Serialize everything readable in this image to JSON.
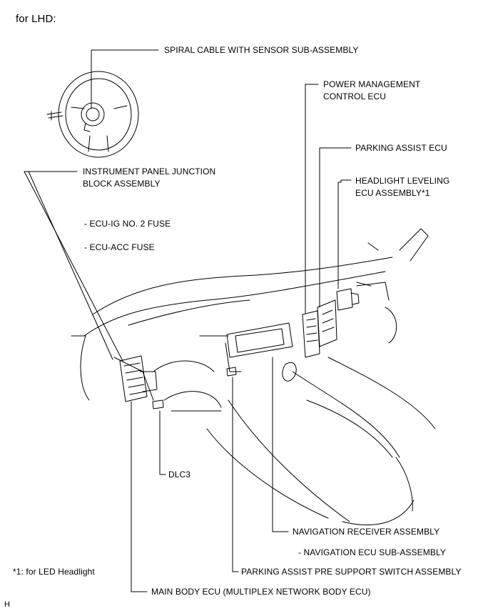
{
  "heading": "for LHD:",
  "labels": {
    "spiral_cable": "SPIRAL CABLE WITH SENSOR SUB-ASSEMBLY",
    "power_mgmt_1": "POWER MANAGEMENT",
    "power_mgmt_2": "CONTROL ECU",
    "parking_assist_ecu": "PARKING ASSIST ECU",
    "headlight_leveling_1": "HEADLIGHT LEVELING",
    "headlight_leveling_2": "ECU ASSEMBLY*1",
    "ip_junction_1": "INSTRUMENT PANEL JUNCTION",
    "ip_junction_2": "BLOCK ASSEMBLY",
    "fuse_ig": "- ECU-IG NO. 2 FUSE",
    "fuse_acc": "- ECU-ACC FUSE",
    "dlc3": "DLC3",
    "nav_receiver": "NAVIGATION RECEIVER ASSEMBLY",
    "nav_ecu": "- NAVIGATION ECU SUB-ASSEMBLY",
    "footnote": "*1: for LED Headlight",
    "pre_support_switch": "PARKING ASSIST PRE SUPPORT SWITCH ASSEMBLY",
    "main_body_ecu": "MAIN BODY ECU (MULTIPLEX NETWORK BODY ECU)",
    "corner_mark": "H"
  }
}
